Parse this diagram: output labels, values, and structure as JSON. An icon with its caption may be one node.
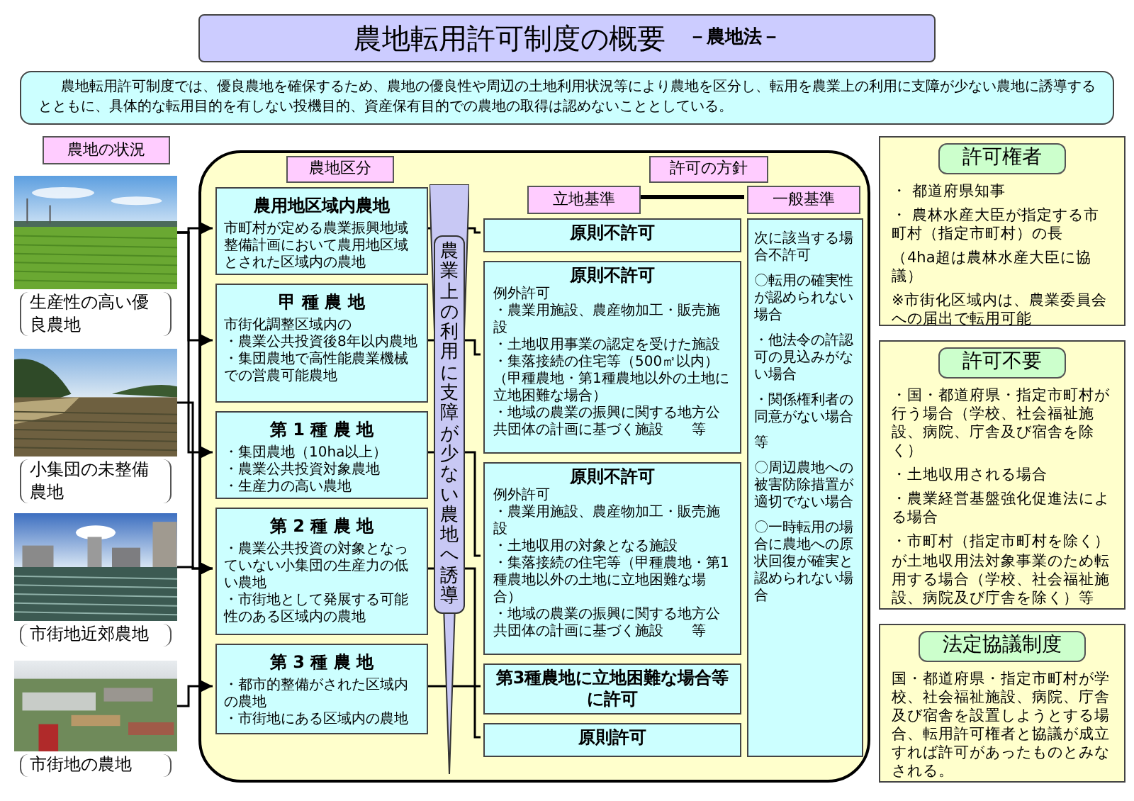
{
  "diagram": {
    "title": "農地転用許可制度の概要",
    "nodes": [
      {
        "text": [
          "農地転用許可制度では、優良農地を確保するため、農地の優良性や周辺の土地利用状況等により農地を区分し、転用を農業上の利用に支障が少ない農地に誘導するとともに、具体的な転用目的を有しない投機目的、資産保有目的での農地の取得は認めないこととしている。"
        ]
      },
      {
        "text": [
          "農地の状況"
        ]
      },
      {
        "text": [],
        "shape": "picture",
        "beside": [
          "生産性の高い優良農地"
        ]
      },
      {
        "text": [],
        "shape": "picture",
        "beside": [
          "小集団の未整備農地"
        ]
      },
      {
        "text": [],
        "shape": "picture",
        "beside": [
          "市街地近郊農地"
        ]
      },
      {
        "text": [],
        "shape": "picture",
        "beside": [
          "市街地の農地"
        ]
      },
      {
        "text": [],
        "shape": "box"
      },
      {
        "text": [
          "農地区分"
        ],
        "in": 6
      },
      {
        "text": [
          "許可の方針"
        ],
        "in": 6
      },
      {
        "text": [
          "立地基準"
        ],
        "in": 6
      },
      {
        "text": [
          "一般基準"
        ],
        "in": 6
      },
      {
        "text": [
          "農用地区域内農地",
          "市町村が定める農業振興地域整備計画において農用地区域とされた区域内の農地"
        ],
        "in": 6
      },
      {
        "text": [
          "甲 種 農 地",
          "市街化調整区域内の",
          "・農業公共投資後8年以内農地",
          "・集団農地で高性能農業機械での営農可能農地"
        ],
        "in": 6
      },
      {
        "text": [
          "第 1 種 農 地",
          "・集団農地（10ha以上）",
          "・農業公共投資対象農地",
          "・生産力の高い農地"
        ],
        "in": 6
      },
      {
        "text": [
          "第 2 種 農 地",
          "・農業公共投資の対象となっていない小集団の生産力の低い農地",
          "・市街地として発展する可能性のある区域内の農地"
        ],
        "in": 6
      },
      {
        "text": [
          "第 3 種 農 地",
          "・都市的整備がされた区域内の農地",
          "・市街地にある区域内の農地"
        ],
        "in": 6
      },
      {
        "text": [
          "原則不許可"
        ],
        "in": 6
      },
      {
        "text": [
          "原則不許可",
          "例外許可",
          "・農業用施設、農産物加工・販売施設",
          "・土地収用事業の認定を受けた施設",
          "・集落接続の住宅等（500㎡以内）（甲種農地・第1種農地以外の土地に立地困難な場合）",
          "・地域の農業の振興に関する地方公共団体の計画に基づく施設　　等"
        ],
        "in": 6
      },
      {
        "text": [
          "原則不許可",
          "例外許可",
          "・農業用施設、農産物加工・販売施設",
          "・土地収用の対象となる施設",
          "・集落接続の住宅等（甲種農地・第1種農地以外の土地に立地困難な場合）",
          "・地域の農業の振興に関する地方公共団体の計画に基づく施設　　等"
        ],
        "in": 6
      },
      {
        "text": [
          "第3種農地に立地困難な場合等に許可"
        ],
        "in": 6
      },
      {
        "text": [
          "原則許可"
        ],
        "in": 6
      },
      {
        "text": [
          "次に該当する場合不許可",
          "〇転用の確実性が認められない場合",
          "・他法令の許認可の見込みがない場合",
          "・関係権利者の同意がない場合",
          "等",
          "〇周辺農地への被害防除措置が適切でない場合",
          "〇一時転用の場合に農地への原状回復が確実と認められない場合"
        ],
        "in": 6
      },
      {
        "text": [
          "許可権者",
          "・ 都道府県知事",
          "・ 農林水産大臣が指定する市町村（指定市町村）の長",
          "（4ha超は農林水産大臣に協議）",
          "※市街化区域内は、農業委員会への届出で転用可能"
        ]
      },
      {
        "text": [
          "許可不要",
          "・国・都道府県・指定市町村が行う場合（学校、社会福祉施設、病院、庁舎及び宿舎を除く）",
          "・土地収用される場合",
          "・農業経営基盤強化促進法による場合",
          "・市町村（指定市町村を除く）が土地収用法対象事業のため転用する場合（学校、社会福祉施設、病院及び庁舎を除く）等"
        ]
      },
      {
        "text": [
          "法定協議制度",
          "国・都道府県・指定市町村が学校、社会福祉施設、病院、庁舎及び宿舎を設置しようとする場合、転用許可権者と協議が成立すれば許可があったものとみなされる。"
        ]
      }
    ],
    "edges": [
      {
        "from": 2,
        "to": 11,
        "arrow": "to"
      },
      {
        "from": 2,
        "to": 12,
        "arrow": "to"
      },
      {
        "from": 2,
        "to": 13,
        "arrow": "to"
      },
      {
        "from": 3,
        "to": 14,
        "arrow": "to"
      },
      {
        "from": 4,
        "to": 14,
        "arrow": "to"
      },
      {
        "from": 5,
        "to": 15,
        "arrow": "to"
      },
      {
        "from": 11,
        "to": 16,
        "arrow": "none"
      },
      {
        "from": 12,
        "to": 17,
        "arrow": "none"
      },
      {
        "from": 13,
        "to": 18,
        "arrow": "none"
      },
      {
        "from": 14,
        "to": 19,
        "arrow": "none"
      },
      {
        "from": 15,
        "to": 20,
        "arrow": "none"
      },
      {
        "from": 9,
        "to": 10,
        "arrow": "none",
        "style": "thick"
      }
    ],
    "labels": [
      "－農地法－",
      "農業上の利用に支障が少ない農地へ誘導"
    ]
  }
}
